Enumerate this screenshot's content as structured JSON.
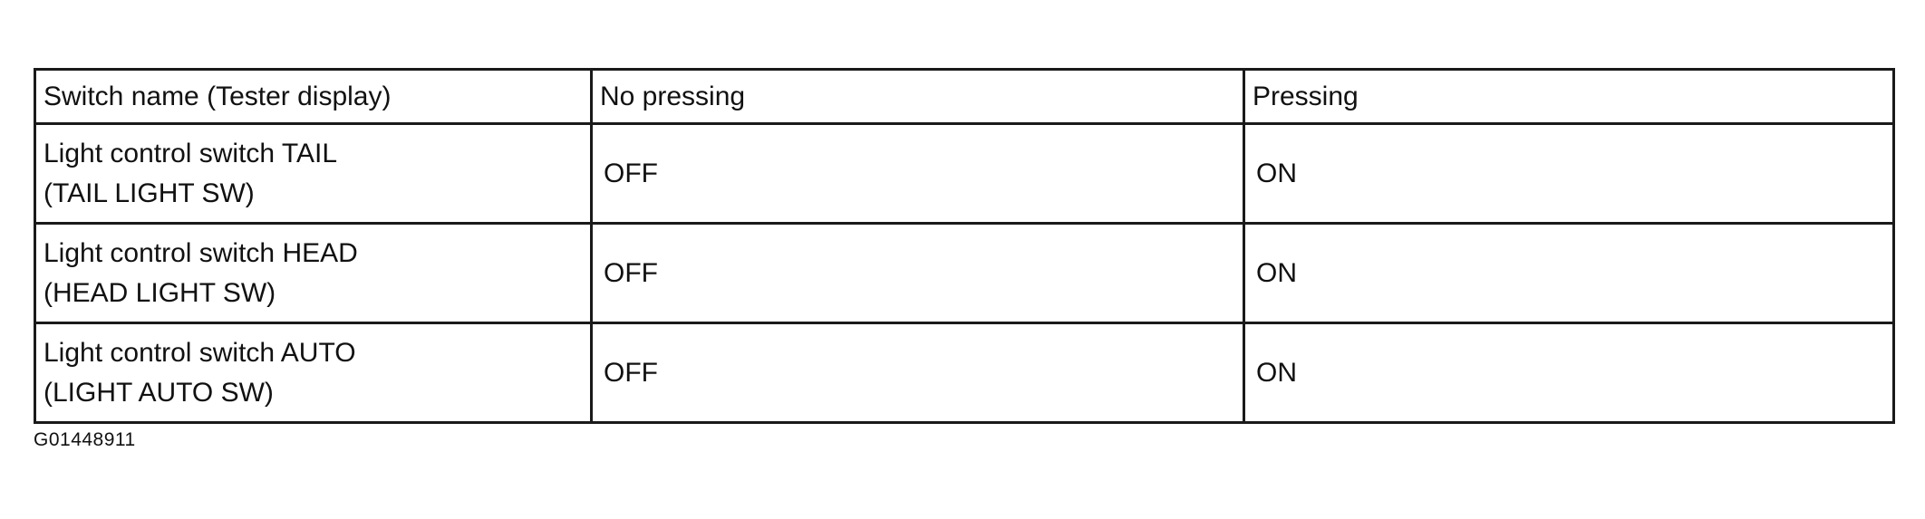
{
  "table": {
    "headers": [
      "Switch name (Tester display)",
      "No pressing",
      "Pressing"
    ],
    "rows": [
      {
        "name_line1": "Light control switch TAIL",
        "name_line2": "(TAIL LIGHT SW)",
        "no_pressing": "OFF",
        "pressing": "ON"
      },
      {
        "name_line1": "Light control switch HEAD",
        "name_line2": "(HEAD LIGHT SW)",
        "no_pressing": "OFF",
        "pressing": "ON"
      },
      {
        "name_line1": "Light control switch AUTO",
        "name_line2": "(LIGHT AUTO SW)",
        "no_pressing": "OFF",
        "pressing": "ON"
      }
    ]
  },
  "figure_code": "G01448911"
}
